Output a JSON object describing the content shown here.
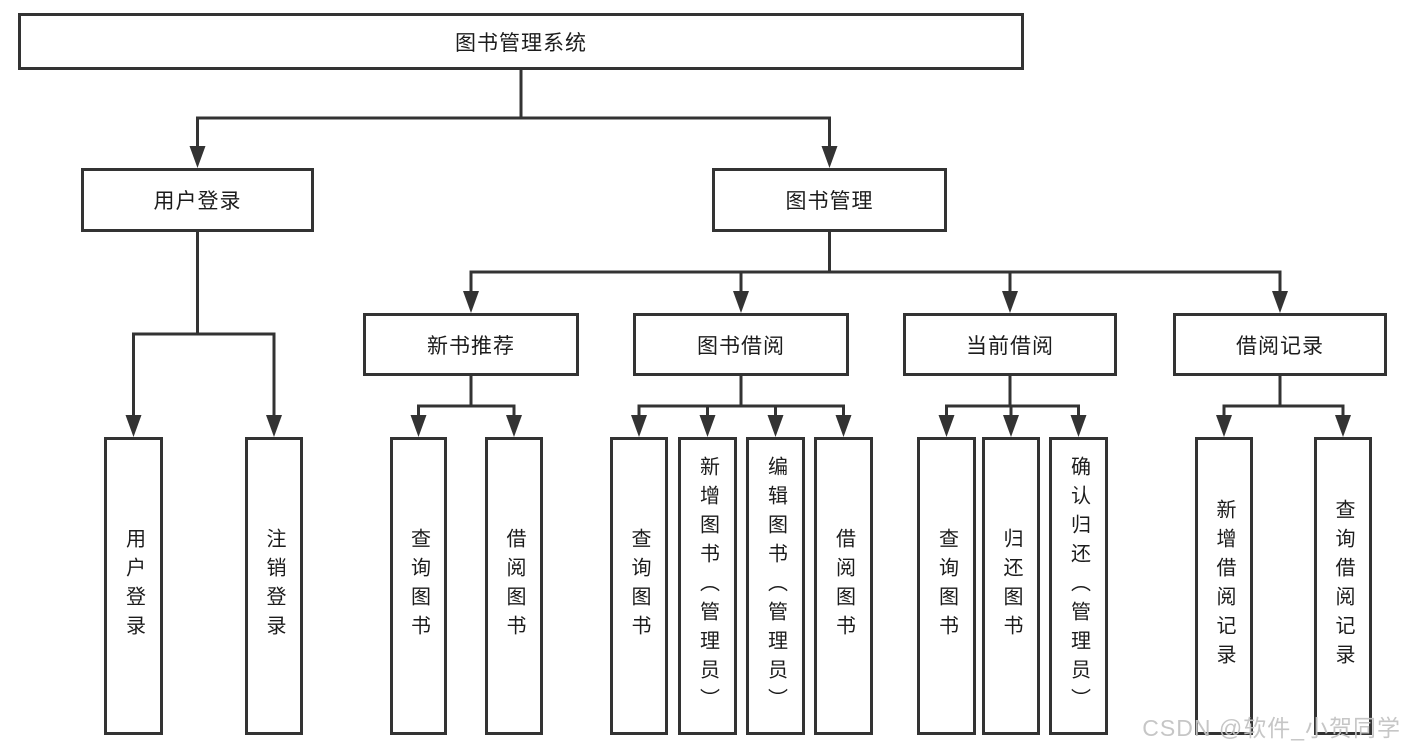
{
  "diagram": {
    "root": {
      "label": "图书管理系统"
    },
    "branches": [
      {
        "label": "用户登录",
        "children": [
          "用户登录",
          "注销登录"
        ]
      },
      {
        "label": "图书管理"
      }
    ],
    "modules": [
      {
        "label": "新书推荐",
        "children": [
          "查询图书",
          "借阅图书"
        ]
      },
      {
        "label": "图书借阅",
        "children": [
          "查询图书",
          "新增图书（管理员）",
          "编辑图书（管理员）",
          "借阅图书"
        ]
      },
      {
        "label": "当前借阅",
        "children": [
          "查询图书",
          "归还图书",
          "确认归还（管理员）"
        ]
      },
      {
        "label": "借阅记录",
        "children": [
          "新增借阅记录",
          "查询借阅记录"
        ]
      }
    ],
    "watermark": "CSDN @软件_小贺同学",
    "colors": {
      "line": "#333333",
      "text": "#1c1c1c",
      "background": "#ffffff",
      "watermark": "#c4c4c4"
    }
  }
}
